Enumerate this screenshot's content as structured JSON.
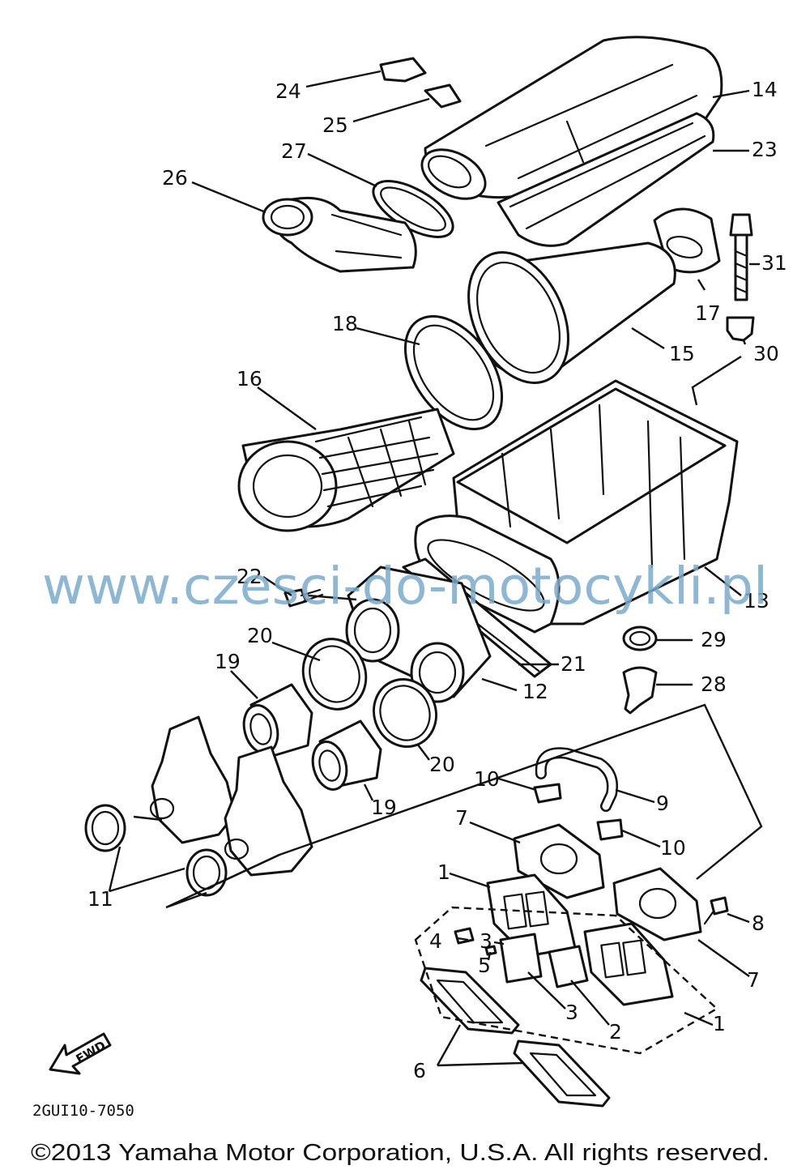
{
  "diagram": {
    "callouts": {
      "c1a": "1",
      "c1b": "1",
      "c2": "2",
      "c3a": "3",
      "c3b": "3",
      "c4": "4",
      "c5": "5",
      "c6": "6",
      "c7a": "7",
      "c7b": "7",
      "c8": "8",
      "c9": "9",
      "c10a": "10",
      "c10b": "10",
      "c11": "11",
      "c12": "12",
      "c13": "13",
      "c14": "14",
      "c15": "15",
      "c16": "16",
      "c17": "17",
      "c18": "18",
      "c19a": "19",
      "c19b": "19",
      "c20a": "20",
      "c20b": "20",
      "c21": "21",
      "c22": "22",
      "c23": "23",
      "c24": "24",
      "c25": "25",
      "c26": "26",
      "c27": "27",
      "c28": "28",
      "c29": "29",
      "c30": "30",
      "c31": "31"
    },
    "fwd_label": "FWD",
    "diagram_code": "2GUI10-7050",
    "watermark": "www.czesci-do-motocykli.pl",
    "copyright": "©2013 Yamaha Motor Corporation, U.S.A. All rights reserved."
  }
}
